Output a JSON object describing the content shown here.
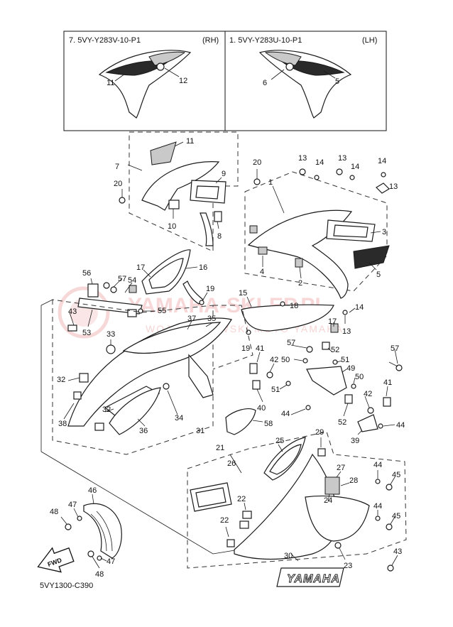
{
  "header": {
    "left_label": "7. 5VY-Y283V-10-P1",
    "left_side": "(RH)",
    "right_label": "1. 5VY-Y283U-10-P1",
    "right_side": "(LH)"
  },
  "watermark": {
    "main": "YAMAHA-SKLEP.PL",
    "sub": "WOJCIECHOWSKI MOTO YAMAHA"
  },
  "fwd_label": "FWD",
  "diagram_code": "5VY1300-C390",
  "brand_text": "YAMAHA",
  "callouts": {
    "c1": "1",
    "c2": "2",
    "c3": "3",
    "c4": "4",
    "c5a": "5",
    "c5b": "5",
    "c6": "6",
    "c7": "7",
    "c8": "8",
    "c9": "9",
    "c10": "10",
    "c11a": "11",
    "c11b": "11",
    "c12": "12",
    "c13a": "13",
    "c13b": "13",
    "c13c": "13",
    "c13d": "13",
    "c14a": "14",
    "c14b": "14",
    "c14c": "14",
    "c14d": "14",
    "c15": "15",
    "c16": "16",
    "c17a": "17",
    "c17b": "17",
    "c18": "18",
    "c19a": "19",
    "c19b": "19",
    "c20a": "20",
    "c20b": "20",
    "c21": "21",
    "c22a": "22",
    "c22b": "22",
    "c23": "23",
    "c24": "24",
    "c25": "25",
    "c26": "26",
    "c27": "27",
    "c28": "28",
    "c29": "29",
    "c30": "30",
    "c31": "31",
    "c32a": "32",
    "c32b": "32",
    "c33": "33",
    "c34": "34",
    "c35": "35",
    "c36": "36",
    "c37": "37",
    "c38": "38",
    "c39": "39",
    "c40": "40",
    "c41a": "41",
    "c41b": "41",
    "c42a": "42",
    "c42b": "42",
    "c43": "43",
    "c44a": "44",
    "c44b": "44",
    "c44c": "44",
    "c44d": "44",
    "c45a": "45",
    "c45b": "45",
    "c46": "46",
    "c47a": "47",
    "c47b": "47",
    "c48a": "48",
    "c48b": "48",
    "c49": "49",
    "c50a": "50",
    "c50b": "50",
    "c51a": "51",
    "c51b": "51",
    "c52a": "52",
    "c52b": "52",
    "c53": "53",
    "c54": "54",
    "c55": "55",
    "c56": "56",
    "c57a": "57",
    "c57b": "57",
    "c57c": "57",
    "c58": "58"
  }
}
